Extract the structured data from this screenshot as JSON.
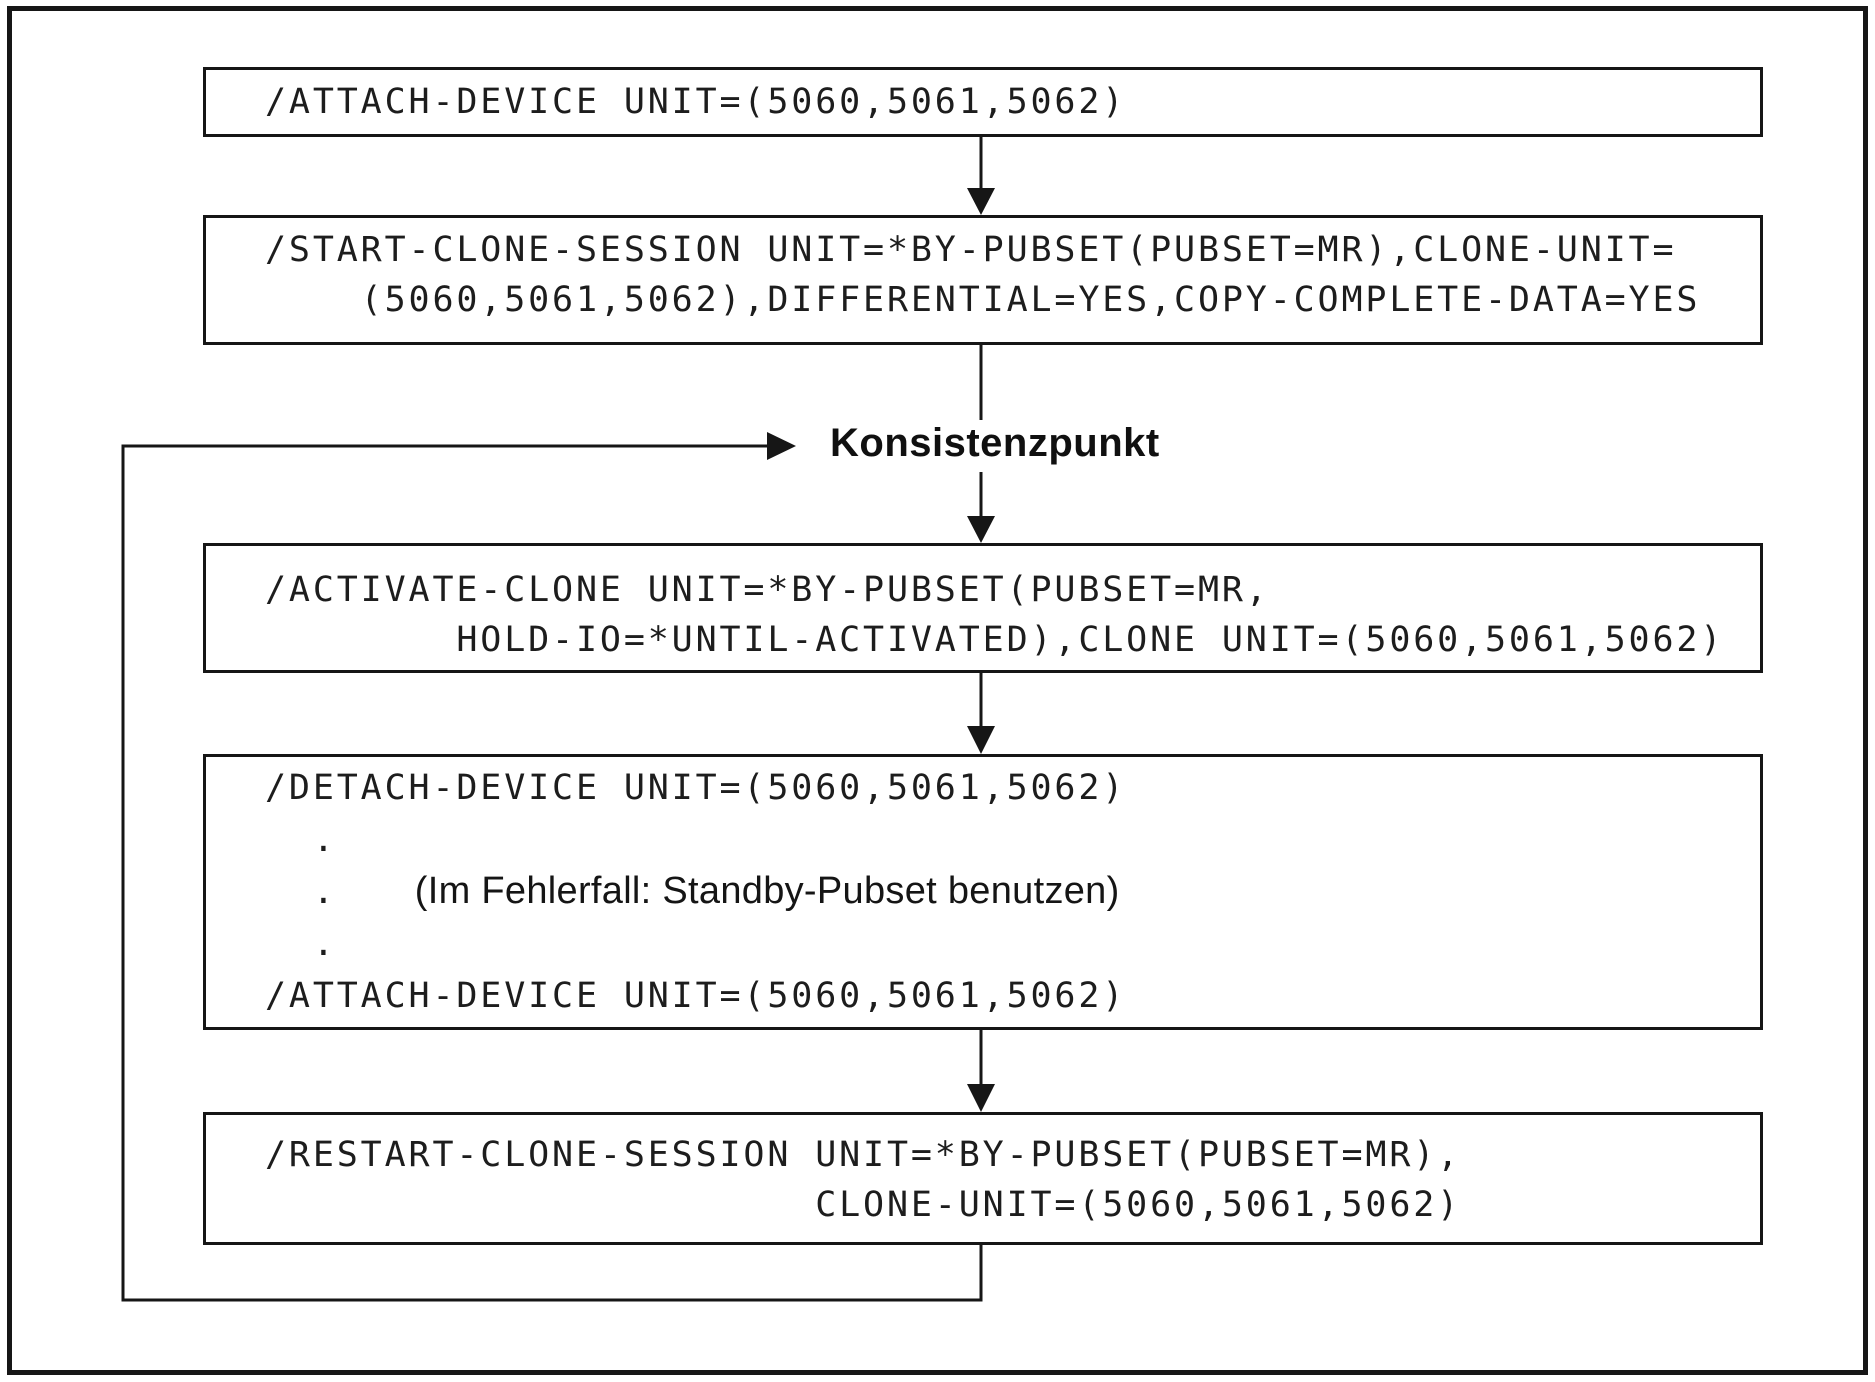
{
  "diagram": {
    "background_color": "#ffffff",
    "line_color": "#161616",
    "text_color": "#1d1d1d",
    "boxes": {
      "attach1": {
        "line1": "/ATTACH-DEVICE UNIT=(5060,5061,5062)"
      },
      "start_clone": {
        "line1": "/START-CLONE-SESSION UNIT=*BY-PUBSET(PUBSET=MR),CLONE-UNIT=",
        "line2": "    (5060,5061,5062),DIFFERENTIAL=YES,COPY-COMPLETE-DATA=YES"
      },
      "activate_clone": {
        "line1": "/ACTIVATE-CLONE UNIT=*BY-PUBSET(PUBSET=MR,",
        "line2": "        HOLD-IO=*UNTIL-ACTIVATED),CLONE UNIT=(5060,5061,5062)"
      },
      "detach_attach": {
        "line1": "/DETACH-DEVICE UNIT=(5060,5061,5062)",
        "dot1": "  .",
        "dot2": "  .",
        "dot3": "  .",
        "note": "(Im Fehlerfall: Standby-Pubset benutzen)",
        "line5": "/ATTACH-DEVICE UNIT=(5060,5061,5062)"
      },
      "restart_clone": {
        "line1": "/RESTART-CLONE-SESSION UNIT=*BY-PUBSET(PUBSET=MR),",
        "line2": "                       CLONE-UNIT=(5060,5061,5062)"
      }
    },
    "labels": {
      "consistency_point": "Konsistenzpunkt"
    }
  }
}
